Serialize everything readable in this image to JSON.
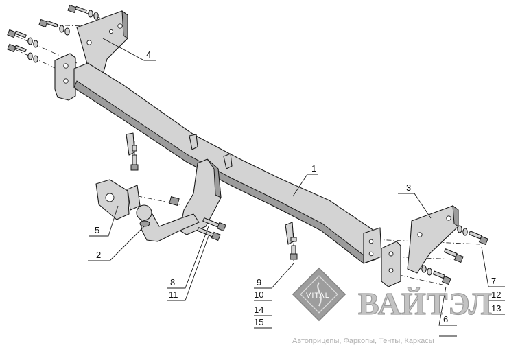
{
  "callouts": [
    {
      "id": "1",
      "text": "1"
    },
    {
      "id": "2",
      "text": "2"
    },
    {
      "id": "3",
      "text": "3"
    },
    {
      "id": "4",
      "text": "4"
    },
    {
      "id": "5",
      "text": "5"
    },
    {
      "id": "6",
      "text": "6"
    },
    {
      "id": "7",
      "text": "7"
    },
    {
      "id": "8",
      "text": "8"
    },
    {
      "id": "9",
      "text": "9"
    },
    {
      "id": "10",
      "text": "10"
    },
    {
      "id": "11",
      "text": "11"
    },
    {
      "id": "12",
      "text": "12"
    },
    {
      "id": "13",
      "text": "13"
    },
    {
      "id": "14",
      "text": "14"
    },
    {
      "id": "15",
      "text": "15"
    }
  ],
  "watermark": {
    "emblem_text": "VITAL",
    "brand_text": "ВАЙТЭЛ",
    "tagline": "Автоприцепы, Фаркопы, Тенты, Каркасы"
  },
  "colors": {
    "metal": "#d3d3d3",
    "metal_dark": "#9c9c9c",
    "outline": "#1a1a1a",
    "watermark": "#b9b9b9",
    "emblem": "#8c8c8c"
  }
}
